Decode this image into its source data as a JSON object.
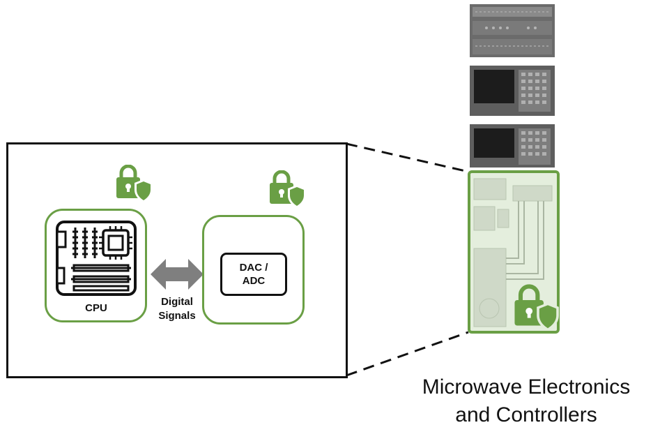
{
  "modules": {
    "cpu": {
      "label": "CPU"
    },
    "converter": {
      "label_line1": "DAC /",
      "label_line2": "ADC"
    }
  },
  "link": {
    "label_line1": "Digital",
    "label_line2": "Signals"
  },
  "rack": {
    "caption_line1": "Microwave Electronics",
    "caption_line2": "and Controllers"
  },
  "icons": {
    "secure": "lock-shield-icon",
    "cpu": "motherboard-icon",
    "link": "double-arrow-icon"
  },
  "colors": {
    "accent": "#6a9f45",
    "outline": "#111111",
    "arrow": "#7f7f7f",
    "rack_gray": "#5a5a5a"
  }
}
